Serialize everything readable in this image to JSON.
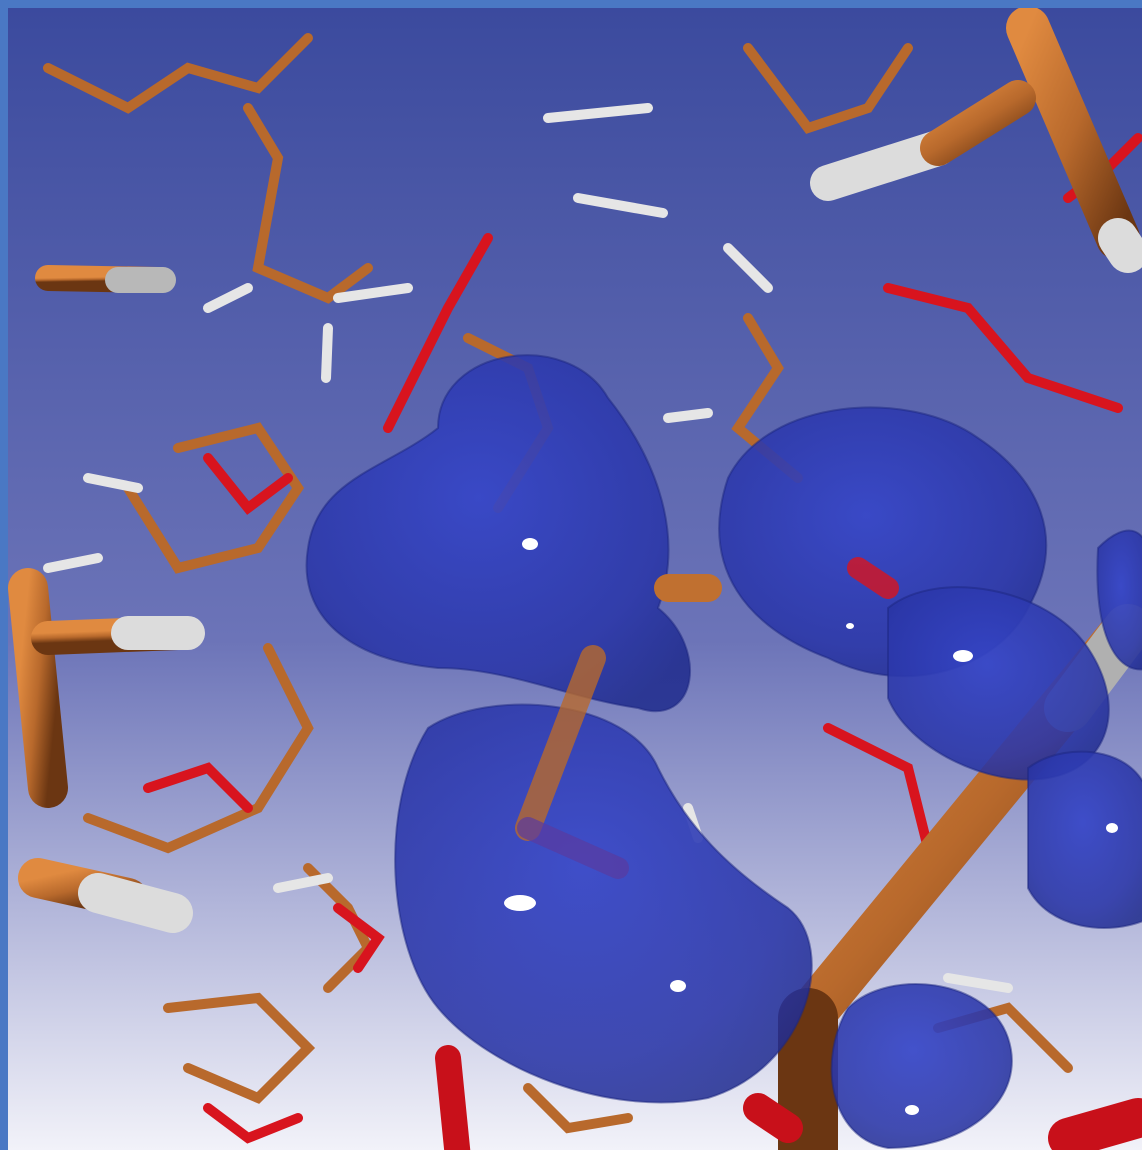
{
  "scene": {
    "colors": {
      "background_top": "#3b4a9e",
      "background_mid": "#6c74b8",
      "background_bottom": "#f4f4fa",
      "frame": "#4a78c4",
      "carbon": "#b8692c",
      "oxygen": "#d8141e",
      "hydrogen": "#e6e6e6",
      "isosurface": "#2c3ab8"
    },
    "elements": [
      "carbon",
      "oxygen",
      "hydrogen"
    ]
  }
}
